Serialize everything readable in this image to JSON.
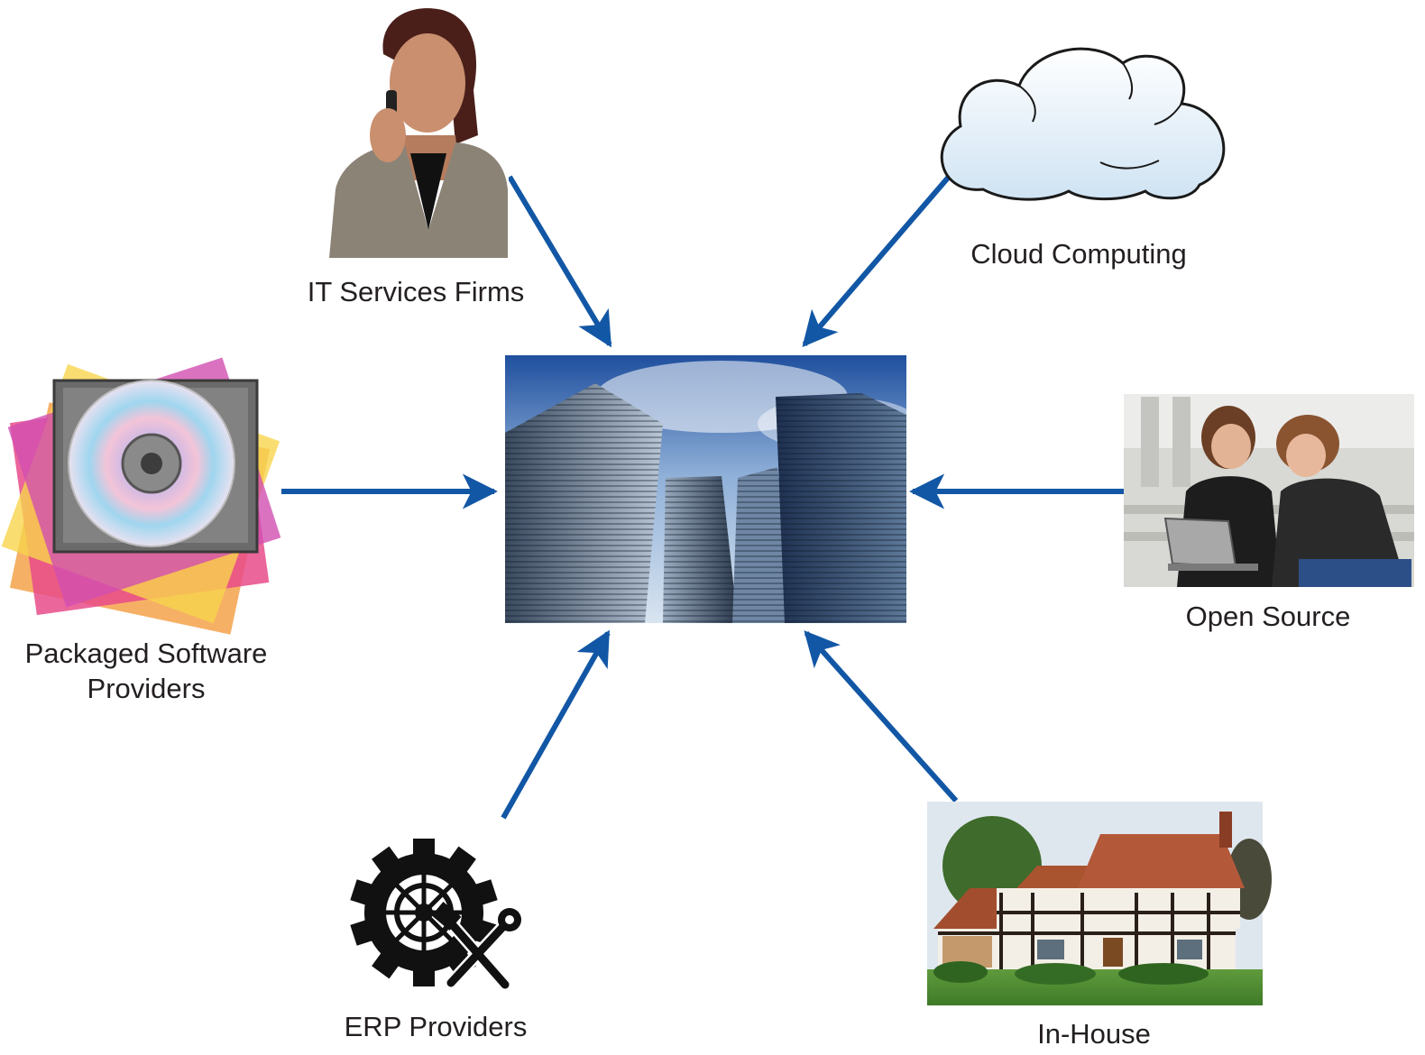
{
  "diagram": {
    "arrow_color": "#1257a5",
    "center": {
      "icon": "skyscrapers-photo"
    },
    "sources": [
      {
        "id": "it-services",
        "icon": "businesswoman-phone-photo",
        "lines": [
          "IT Services Firms"
        ]
      },
      {
        "id": "cloud",
        "icon": "cloud-icon",
        "lines": [
          "Cloud Computing"
        ]
      },
      {
        "id": "packaged",
        "icon": "cd-case-stack-photo",
        "lines": [
          "Packaged Software",
          "Providers"
        ]
      },
      {
        "id": "open-source",
        "icon": "students-laptop-photo",
        "lines": [
          "Open Source"
        ]
      },
      {
        "id": "erp",
        "icon": "gear-wrench-icon",
        "lines": [
          "ERP Providers"
        ]
      },
      {
        "id": "in-house",
        "icon": "house-photo",
        "lines": [
          "In-House"
        ]
      }
    ]
  }
}
